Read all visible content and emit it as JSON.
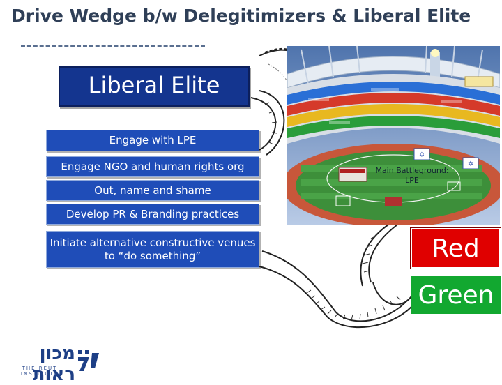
{
  "slide": {
    "title": "Drive Wedge b/w Delegitimizers & Liberal Elite",
    "elite_label": "Liberal Elite",
    "actions": [
      "Engage with LPE",
      "Engage NGO and human rights org",
      "Out, name and shame",
      "Develop PR & Branding practices",
      "Initiate alternative constructive venues to “do something”"
    ],
    "battleground_label": "Main Battleground: LPE",
    "red_label": "Red",
    "green_label": "Green"
  },
  "logo": {
    "name_text": "מכון ראות",
    "subtitle": "THE REUT INSTITUTE"
  },
  "colors": {
    "title": "#2f3f57",
    "elite_box": "#14358f",
    "action_box": "#1f4db8",
    "red": "#e00000",
    "green": "#12a830"
  }
}
